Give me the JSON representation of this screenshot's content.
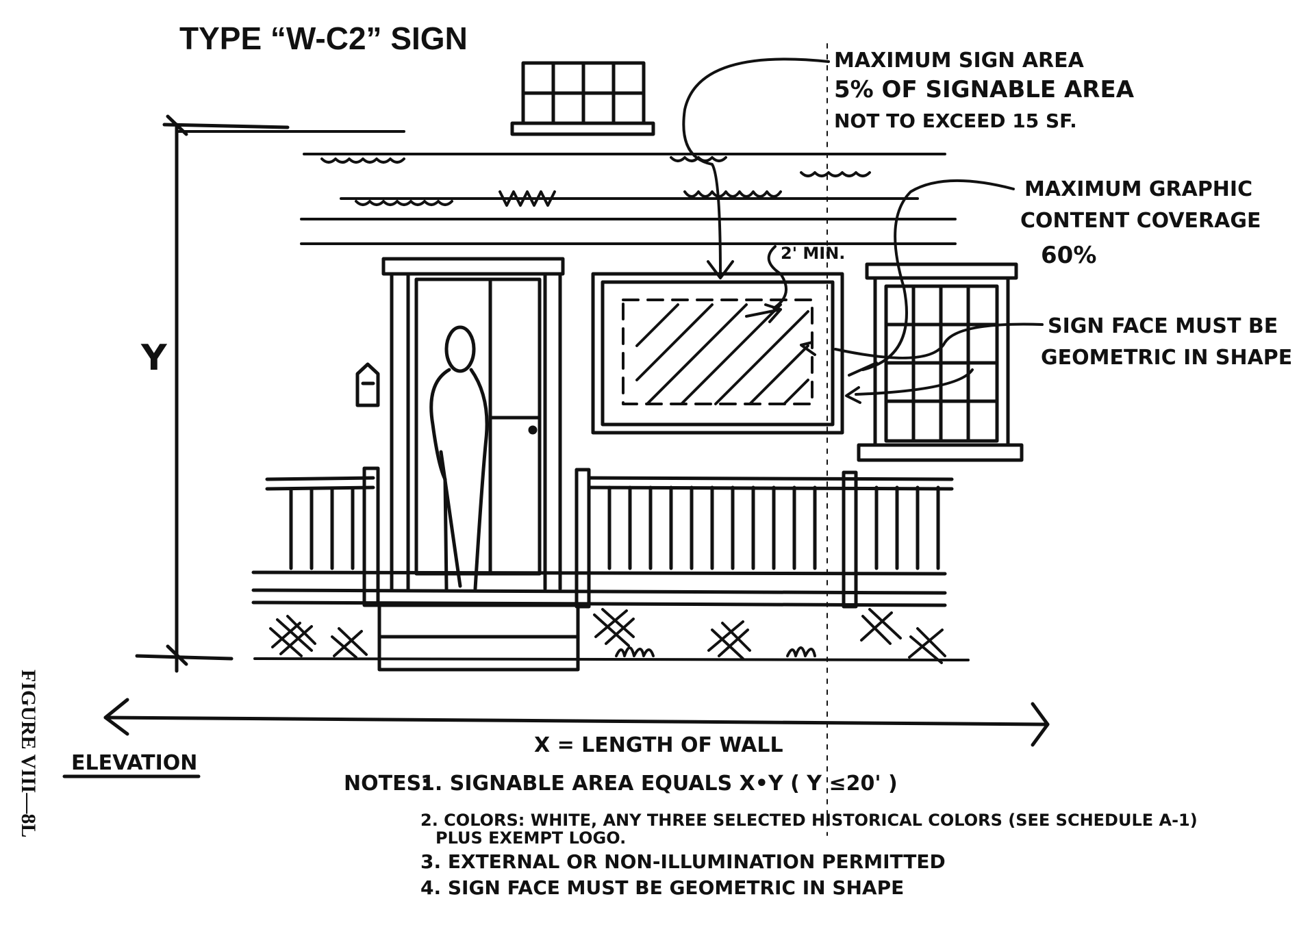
{
  "title": "TYPE “W-C2” SIGN",
  "figure_label": "FIGURE VIII—8L",
  "elevation_label": "ELEVATION",
  "dimensions": {
    "y_label": "Y",
    "x_label": "X = LENGTH OF WALL",
    "sign_margin": "2' MIN."
  },
  "callouts": {
    "sign_area": [
      "MAXIMUM SIGN AREA",
      "5% OF SIGNABLE AREA",
      "NOT TO EXCEED 15 SF."
    ],
    "graphic_coverage": [
      "MAXIMUM GRAPHIC",
      "CONTENT COVERAGE",
      "60%"
    ],
    "geometric": [
      "SIGN FACE MUST BE",
      "GEOMETRIC IN SHAPE"
    ]
  },
  "notes": {
    "heading": "NOTES:",
    "items": [
      "1. SIGNABLE AREA EQUALS X•Y ( Y ≤20' )",
      "2. COLORS: WHITE, ANY THREE SELECTED HISTORICAL COLORS (SEE SCHEDULE A-1)",
      "PLUS EXEMPT LOGO.",
      "3. EXTERNAL OR NON-ILLUMINATION PERMITTED",
      "4. SIGN FACE MUST BE GEOMETRIC IN SHAPE"
    ]
  }
}
